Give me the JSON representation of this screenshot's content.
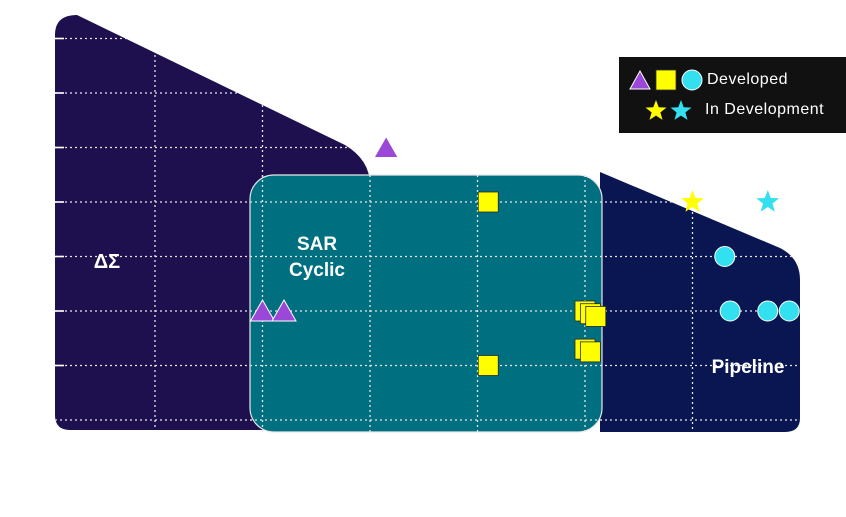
{
  "chart_data": {
    "type": "scatter",
    "title": "",
    "xlabel": "",
    "ylabel": "",
    "grid": true,
    "legend_position": "top-right",
    "legend": [
      {
        "label": "Developed",
        "markers": [
          "triangle",
          "square",
          "circle"
        ]
      },
      {
        "label": "In Development",
        "markers": [
          "star",
          "star"
        ]
      }
    ],
    "regions": [
      {
        "name": "ΔΣ",
        "color": "#1e0f4e"
      },
      {
        "name": "SAR Cyclic",
        "color": "#006f80"
      },
      {
        "name": "Pipeline",
        "color": "#091652"
      }
    ],
    "series": [
      {
        "name": "ΔΣ",
        "marker": "triangle",
        "status": "Developed",
        "color": "#9b47d8",
        "points": [
          [
            2.15,
            5.0
          ],
          [
            1.0,
            2.0
          ],
          [
            1.2,
            2.0
          ]
        ]
      },
      {
        "name": "SAR Cyclic",
        "marker": "square",
        "status": "Developed",
        "color": "#ffff00",
        "points": [
          [
            3.1,
            4.0
          ],
          [
            3.1,
            1.0
          ],
          [
            4.0,
            2.0
          ],
          [
            4.05,
            1.95
          ],
          [
            4.1,
            1.9
          ],
          [
            4.0,
            1.3
          ],
          [
            4.05,
            1.25
          ]
        ]
      },
      {
        "name": "SAR Cyclic",
        "marker": "star",
        "status": "In Development",
        "color": "#ffff00",
        "points": [
          [
            5.0,
            4.0
          ]
        ]
      },
      {
        "name": "Pipeline",
        "marker": "circle",
        "status": "Developed",
        "color": "#33e0f0",
        "points": [
          [
            5.3,
            3.0
          ],
          [
            5.35,
            2.0
          ],
          [
            5.7,
            2.0
          ],
          [
            5.9,
            2.0
          ]
        ]
      },
      {
        "name": "Pipeline",
        "marker": "star",
        "status": "In Development",
        "color": "#33e0f0",
        "points": [
          [
            5.7,
            4.0
          ]
        ]
      }
    ]
  }
}
